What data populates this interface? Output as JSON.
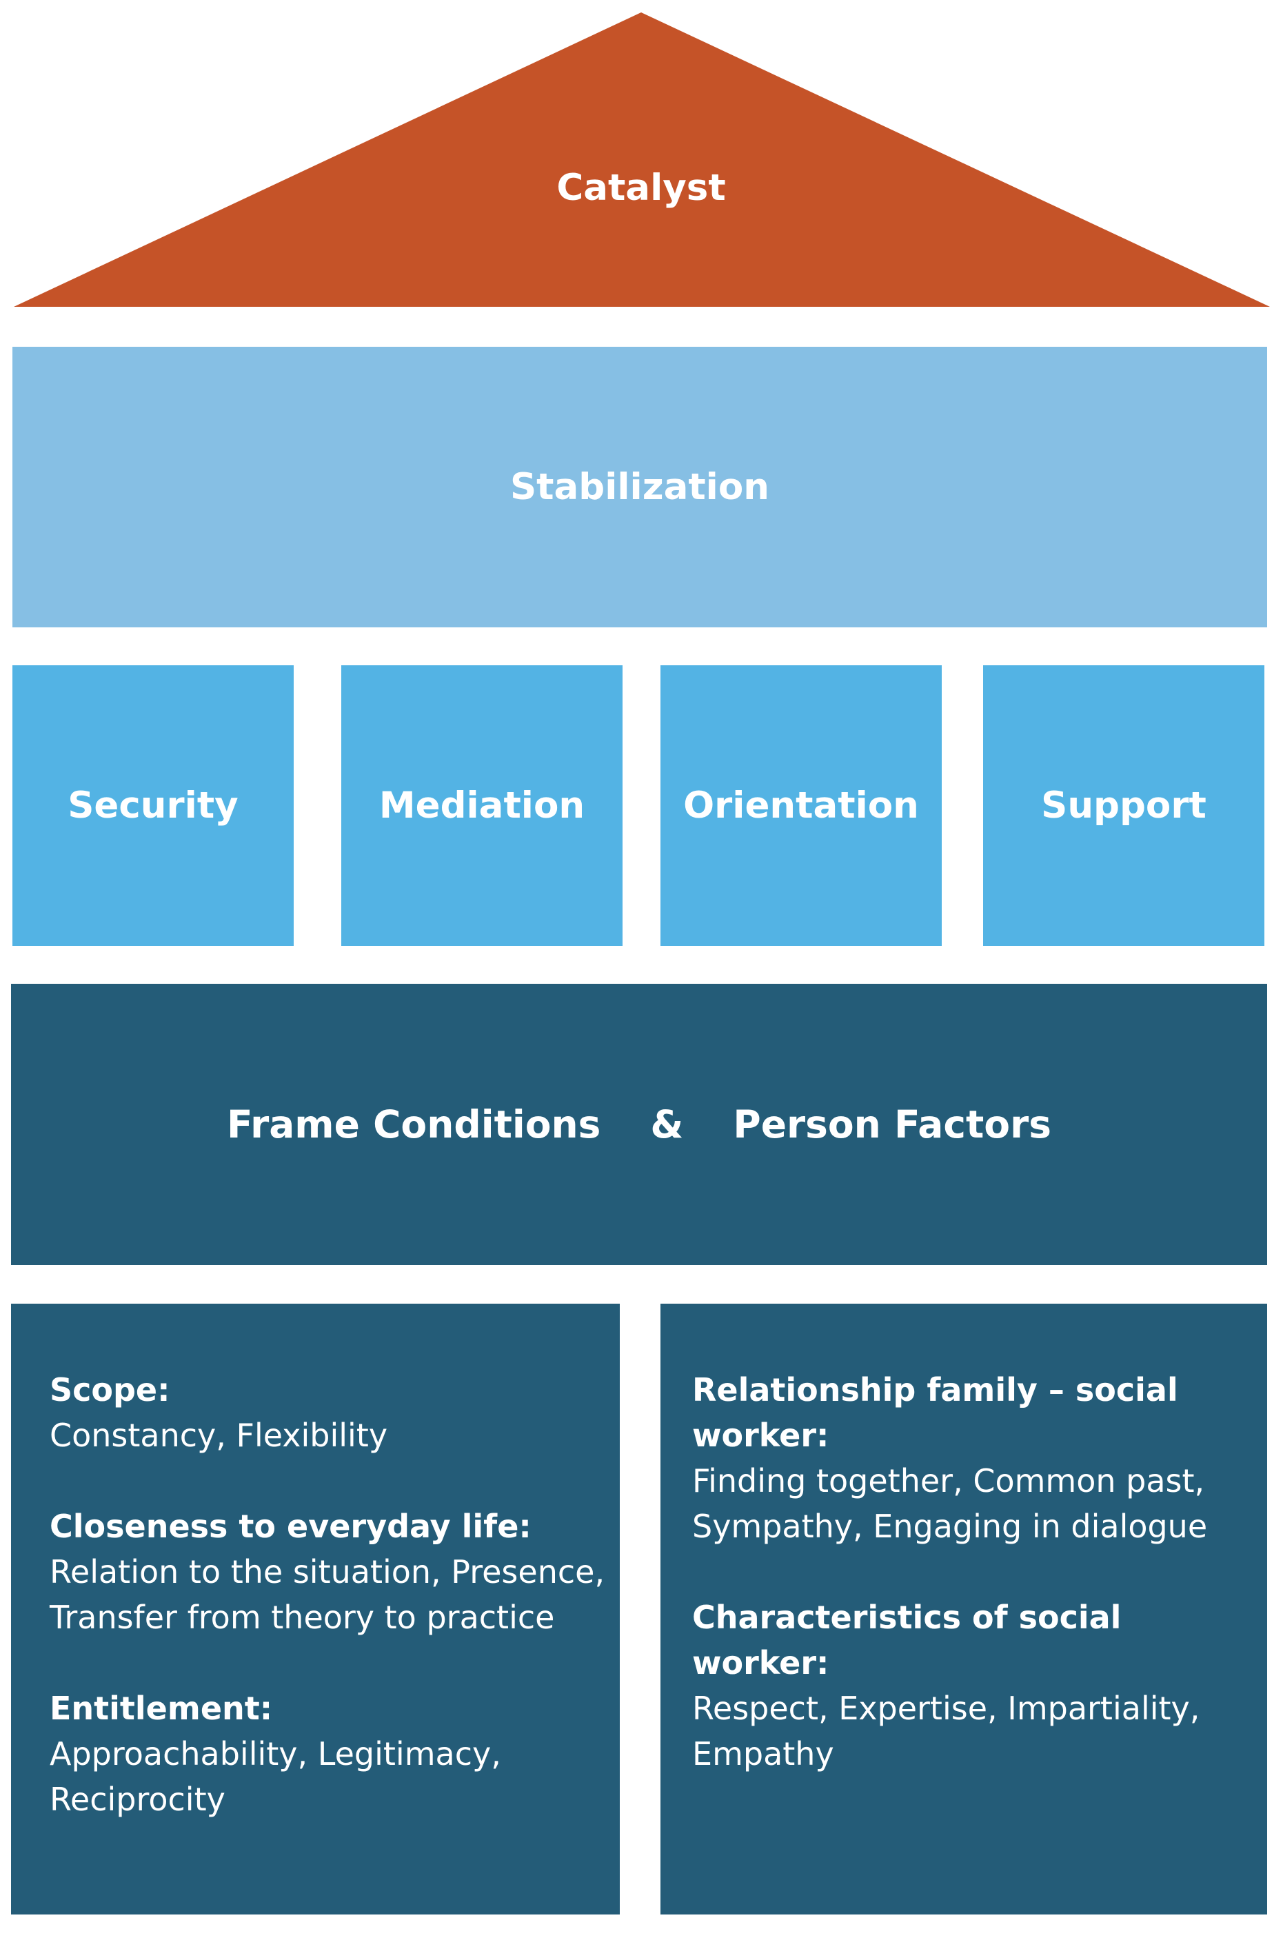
{
  "colors": {
    "roof": "#C55328",
    "stabilization": "#86BFE4",
    "pillar": "#53B3E4",
    "foundation": "#245C78",
    "background": "#FFFFFF"
  },
  "roof": {
    "label": "Catalyst"
  },
  "stabilization": {
    "label": "Stabilization"
  },
  "pillars": [
    {
      "label": "Security"
    },
    {
      "label": "Mediation"
    },
    {
      "label": "Orientation"
    },
    {
      "label": "Support"
    }
  ],
  "foundation": {
    "left_label": "Frame Conditions",
    "connector": "&",
    "right_label": "Person Factors"
  },
  "frame_conditions": [
    {
      "heading": "Scope:",
      "body": "Constancy, Flexibility"
    },
    {
      "heading": "Closeness to everyday life:",
      "body": "Relation to the situation, Presence,\nTransfer from theory to practice"
    },
    {
      "heading": "Entitlement:",
      "body": "Approachability, Legitimacy,\nReciprocity"
    }
  ],
  "person_factors": [
    {
      "heading": "Relationship family – social worker:",
      "body": "Finding together, Common past,\nSympathy, Engaging in dialogue"
    },
    {
      "heading": "Characteristics of social worker:",
      "body": "Respect, Expertise, Impartiality,\nEmpathy"
    }
  ]
}
